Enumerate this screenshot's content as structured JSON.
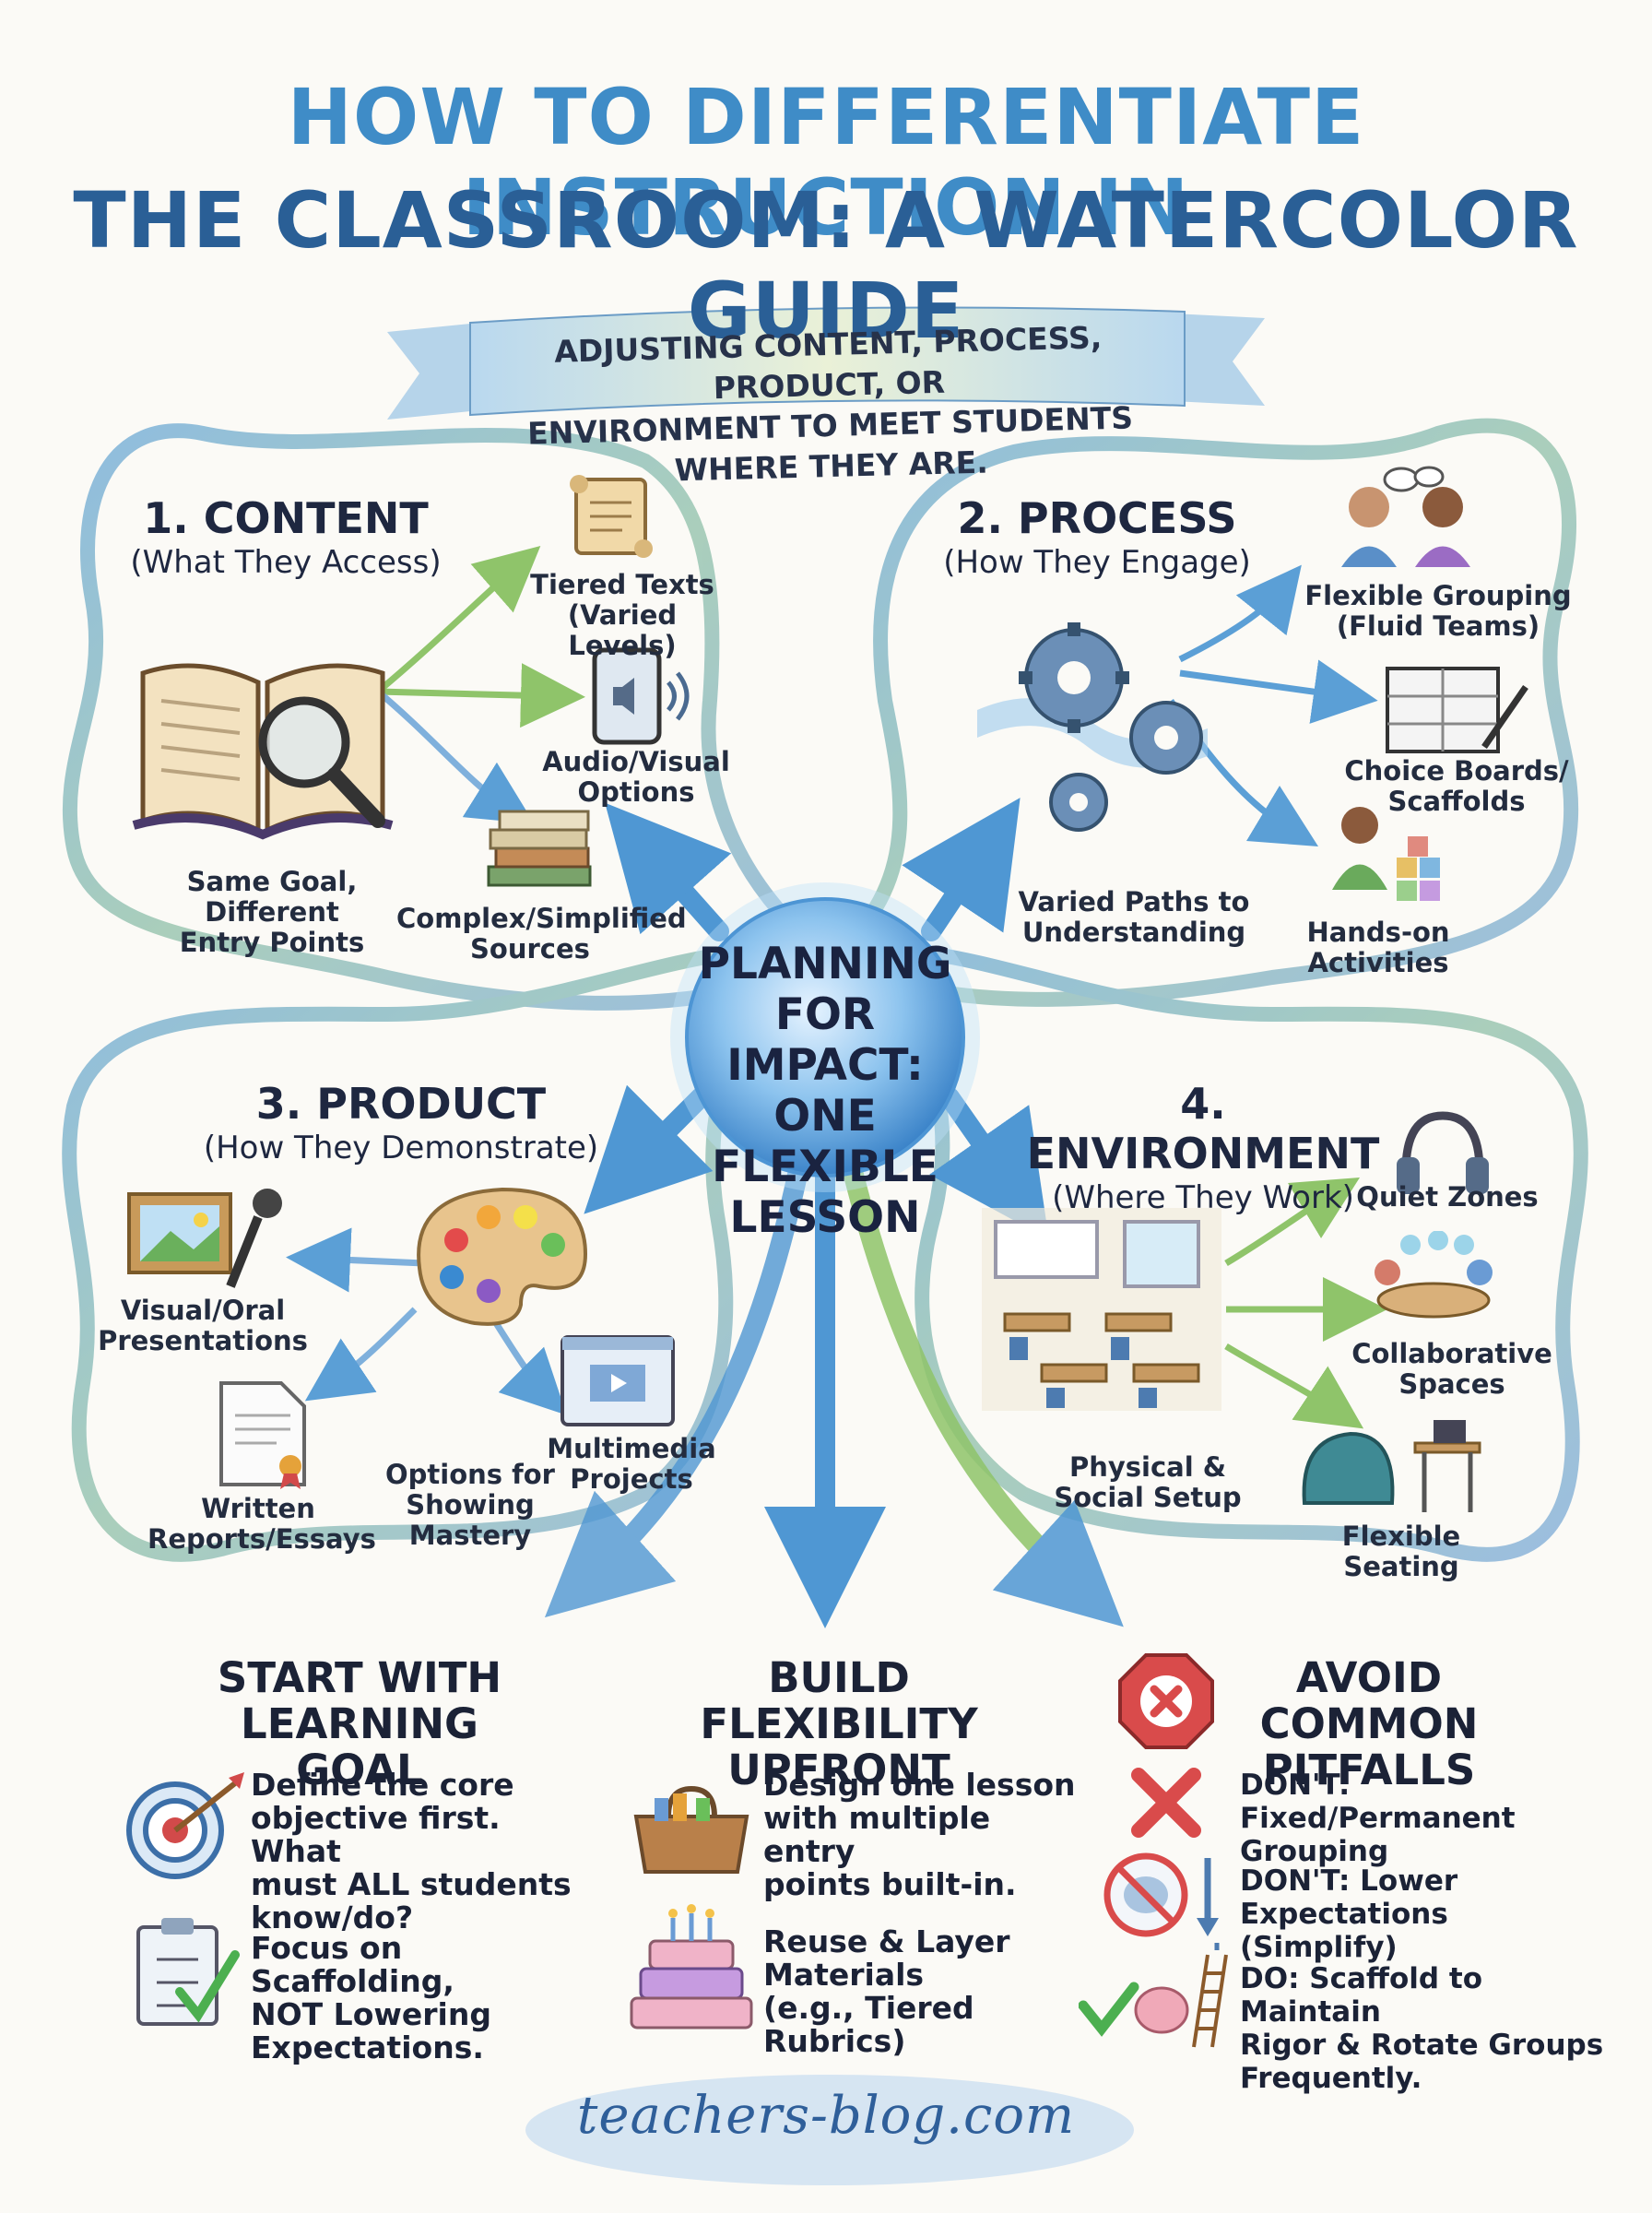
{
  "title": {
    "line1": "HOW TO DIFFERENTIATE INSTRUCTION IN",
    "line2": "THE CLASSROOM: A WATERCOLOR GUIDE"
  },
  "banner": {
    "line1": "ADJUSTING CONTENT, PROCESS, PRODUCT, OR",
    "line2": "ENVIRONMENT TO MEET STUDENTS WHERE THEY ARE."
  },
  "hub": {
    "line1": "PLANNING",
    "line2": "FOR IMPACT:",
    "line3": "ONE FLEXIBLE",
    "line4": "LESSON"
  },
  "sections": {
    "content": {
      "title": "1. CONTENT",
      "subtitle": "(What They Access)",
      "items": [
        {
          "line1": "Tiered Texts",
          "line2": "(Varied Levels)"
        },
        {
          "line1": "Audio/Visual",
          "line2": "Options"
        },
        {
          "line1": "Complex/Simplified",
          "line2": "Sources"
        }
      ],
      "note": {
        "line1": "Same Goal,",
        "line2": "Different",
        "line3": "Entry Points"
      }
    },
    "process": {
      "title": "2. PROCESS",
      "subtitle": "(How They Engage)",
      "items": [
        {
          "line1": "Flexible Grouping",
          "line2": "(Fluid Teams)"
        },
        {
          "line1": "Choice Boards/",
          "line2": "Scaffolds"
        },
        {
          "line1": "Hands-on",
          "line2": "Activities"
        }
      ],
      "note": {
        "line1": "Varied Paths to",
        "line2": "Understanding"
      }
    },
    "product": {
      "title": "3. PRODUCT",
      "subtitle": "(How They Demonstrate)",
      "items": [
        {
          "line1": "Visual/Oral",
          "line2": "Presentations"
        },
        {
          "line1": "Written",
          "line2": "Reports/Essays"
        },
        {
          "line1": "Multimedia",
          "line2": "Projects"
        }
      ],
      "note": {
        "line1": "Options for",
        "line2": "Showing Mastery"
      }
    },
    "environment": {
      "title": "4. ENVIRONMENT",
      "subtitle": "(Where They Work)",
      "items": [
        {
          "line1": "Quiet Zones"
        },
        {
          "line1": "Collaborative",
          "line2": "Spaces"
        },
        {
          "line1": "Flexible",
          "line2": "Seating"
        }
      ],
      "note": {
        "line1": "Physical &",
        "line2": "Social Setup"
      }
    }
  },
  "bottom": {
    "start": {
      "title_line1": "START WITH",
      "title_line2": "LEARNING GOAL",
      "p1": [
        "Define the core",
        "objective first. What",
        "must ALL students",
        "know/do?"
      ],
      "p2": [
        "Focus on Scaffolding,",
        "NOT Lowering",
        "Expectations."
      ]
    },
    "build": {
      "title_line1": "BUILD FLEXIBILITY",
      "title_line2": "UPFRONT",
      "p1": [
        "Design one lesson",
        "with multiple entry",
        "points built-in."
      ],
      "p2": [
        "Reuse & Layer",
        "Materials",
        "(e.g., Tiered Rubrics)"
      ]
    },
    "avoid": {
      "title_line1": "AVOID COMMON",
      "title_line2": "PITFALLS",
      "p1": [
        "DON'T: Fixed/Permanent",
        "Grouping"
      ],
      "p2": [
        "DON'T: Lower Expectations",
        "(Simplify)"
      ],
      "p3": [
        "DO: Scaffold to Maintain",
        "Rigor & Rotate Groups",
        "Frequently."
      ]
    }
  },
  "footer": "teachers-blog.com",
  "colors": {
    "title_light": "#3f8cc7",
    "title_dark": "#2a5f96",
    "arrow_blue": "#5b9fd6",
    "arrow_green": "#8fc46a",
    "hub_blue": "#4d95d4",
    "stop_red": "#d94b4b",
    "check_green": "#4caf50"
  }
}
